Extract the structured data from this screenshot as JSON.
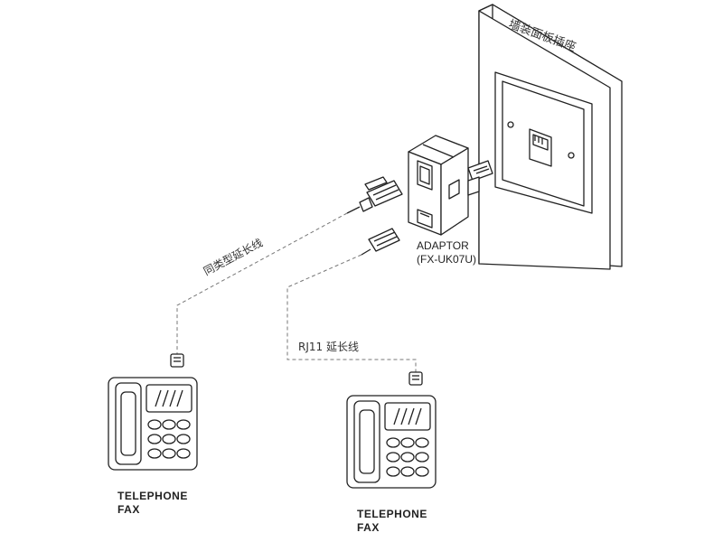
{
  "wall_plate": {
    "label": "墙装面板插座"
  },
  "adaptor": {
    "name": "ADAPTOR",
    "model": "(FX-UK07U)"
  },
  "cables": {
    "same_type": "同类型延长线",
    "rj11": "RJ11 延长线"
  },
  "devices": [
    {
      "line1": "TELEPHONE",
      "line2": "FAX"
    },
    {
      "line1": "TELEPHONE",
      "line2": "FAX"
    }
  ],
  "icons": [
    "wall-socket-icon",
    "adaptor-icon",
    "rj11-plug-icon",
    "telephone-icon"
  ]
}
